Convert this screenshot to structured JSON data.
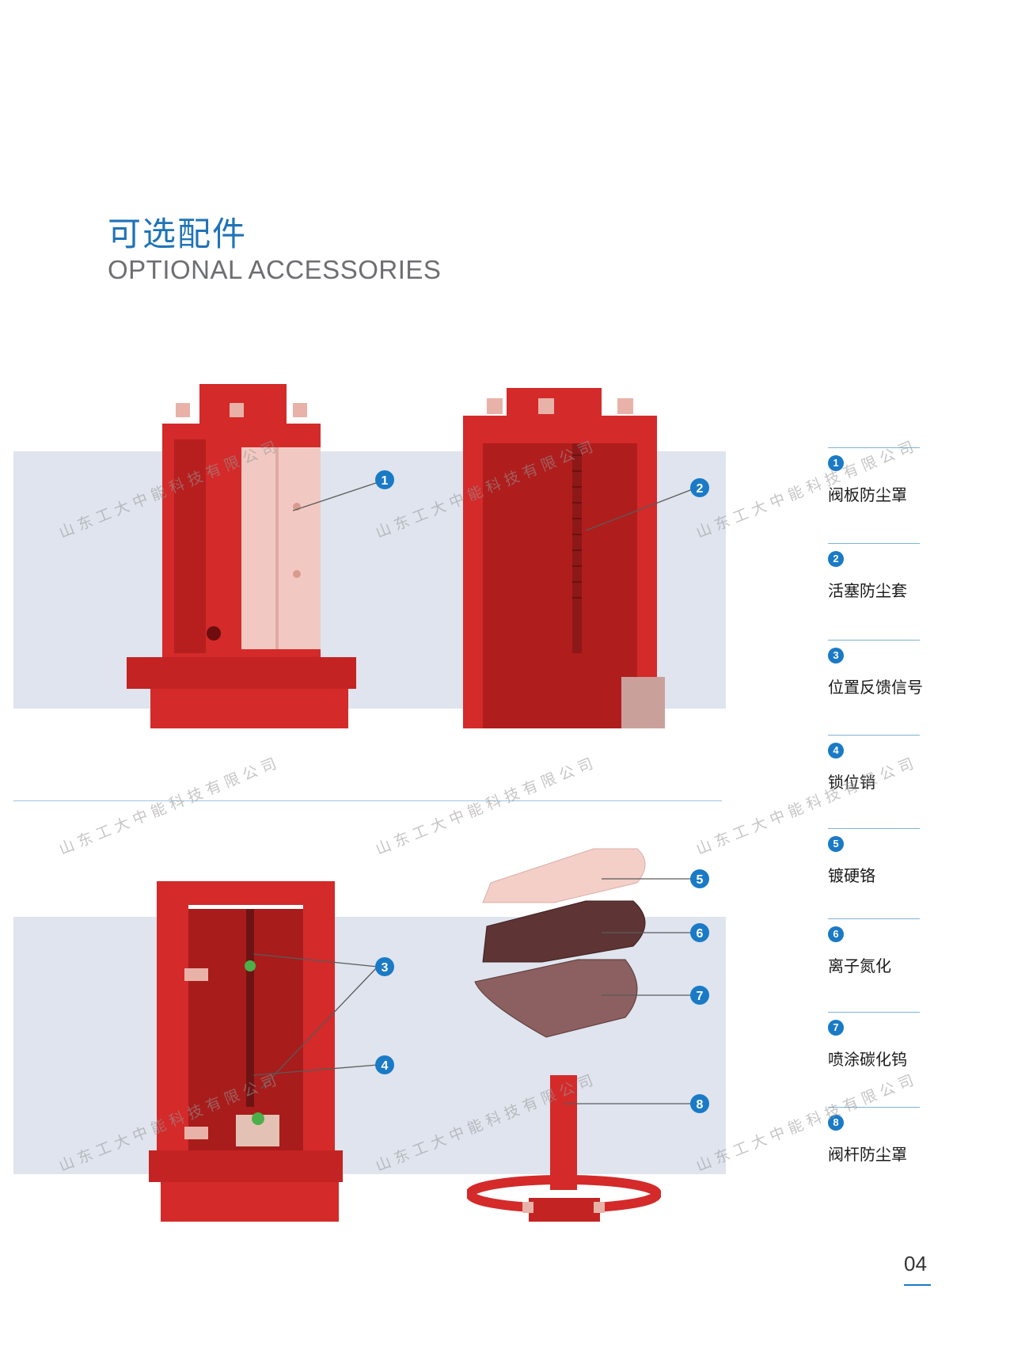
{
  "header": {
    "title_cn": "可选配件",
    "title_en": "OPTIONAL ACCESSORIES"
  },
  "legend": [
    {
      "num": "1",
      "label": "阀板防尘罩"
    },
    {
      "num": "2",
      "label": "活塞防尘套"
    },
    {
      "num": "3",
      "label": "位置反馈信号"
    },
    {
      "num": "4",
      "label": "锁位销"
    },
    {
      "num": "5",
      "label": "镀硬铬"
    },
    {
      "num": "6",
      "label": "离子氮化"
    },
    {
      "num": "7",
      "label": "喷涂碳化钨"
    },
    {
      "num": "8",
      "label": "阀杆防尘罩"
    }
  ],
  "callouts": [
    "1",
    "2",
    "3",
    "4",
    "5",
    "6",
    "7",
    "8"
  ],
  "watermark": "山东工大中能科技有限公司",
  "page_number": "04",
  "colors": {
    "accent": "#1a7ac6",
    "valve_red": "#d42a2a",
    "band": "#dfe4ee"
  }
}
